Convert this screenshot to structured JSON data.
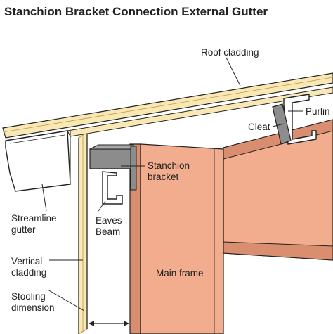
{
  "title": "Stanchion Bracket Connection External Gutter",
  "labels": {
    "roof_cladding": "Roof cladding",
    "purlin": "Purlin",
    "cleat": "Cleat",
    "stanchion_bracket_1": "Stanchion",
    "stanchion_bracket_2": "bracket",
    "eaves_beam_1": "Eaves",
    "eaves_beam_2": "Beam",
    "streamline_gutter_1": "Streamline",
    "streamline_gutter_2": "gutter",
    "vertical_cladding_1": "Vertical",
    "vertical_cladding_2": "cladding",
    "main_frame": "Main frame",
    "stooling_dimension_1": "Stooling",
    "stooling_dimension_2": "dimension"
  },
  "colors": {
    "steel": "#f2ad8f",
    "steel_shade": "#d98e70",
    "cladding": "#f9e8b4",
    "cladding_edge": "#b89a52",
    "bracket": "#8c8c8c",
    "gutter": "#ffffff",
    "line": "#222222"
  }
}
